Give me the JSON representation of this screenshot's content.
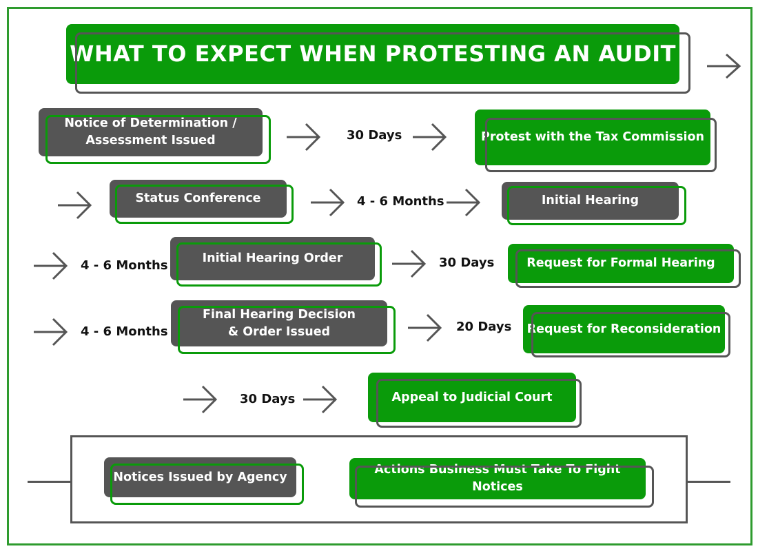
{
  "title": "WHAT TO EXPECT WHEN PROTESTING AN AUDIT",
  "steps": {
    "notice_of_determination": "Notice of Determination / Assessment Issued",
    "protest": "Protest with the Tax Commission",
    "status_conference": "Status Conference",
    "initial_hearing": "Initial Hearing",
    "initial_hearing_order": "Initial Hearing Order",
    "request_formal_hearing": "Request for Formal Hearing",
    "final_hearing_decision": "Final Hearing Decision & Order Issued",
    "request_reconsideration": "Request for Reconsideration",
    "appeal": "Appeal to Judicial Court"
  },
  "durations": {
    "d1": "30 Days",
    "d2": "4 - 6 Months",
    "d3": "4 - 6 Months",
    "d4": "30 Days",
    "d5": "4 - 6 Months",
    "d6": "20 Days",
    "d7": "30 Days"
  },
  "legend": {
    "agency": "Notices Issued by Agency",
    "business": "Actions Business Must Take To Fight Notices"
  },
  "colors": {
    "green": "#0a9b0a",
    "dark": "#555555",
    "frame": "#2e9b2e"
  }
}
